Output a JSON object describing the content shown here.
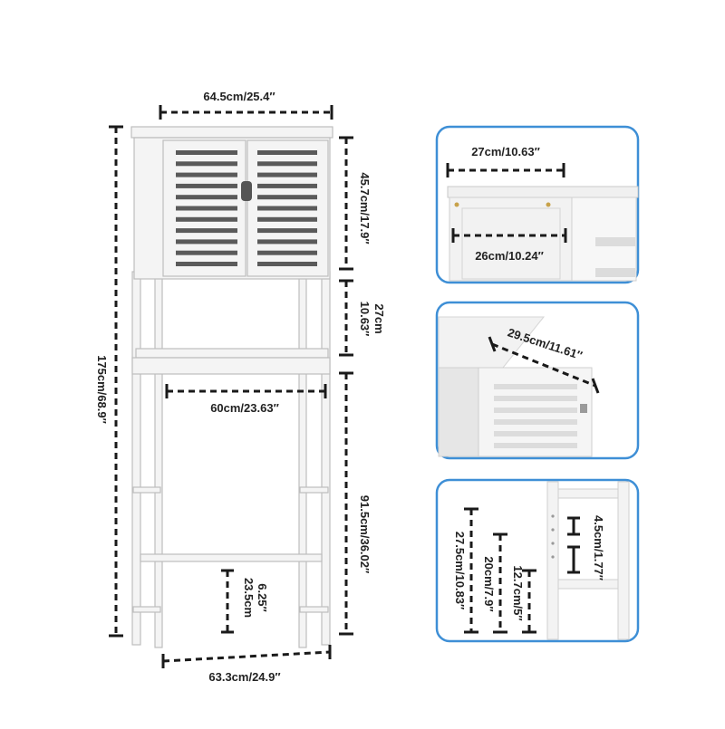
{
  "main_view": {
    "top_width": "64.5cm/25.4″",
    "total_height": "175cm/68.9″",
    "cabinet_height": "45.7cm/17.9″",
    "open_shelf_height_a": "10.63″",
    "open_shelf_height_b": "27cm",
    "shelf_width": "60cm/23.63″",
    "lower_height": "91.5cm/36.02″",
    "bar_height_a": "6.25″",
    "bar_height_b": "23.5cm",
    "base_width": "63.3cm/24.9″"
  },
  "detail_top": {
    "top_depth": "27cm/10.63″",
    "cabinet_depth": "26cm/10.24″"
  },
  "detail_middle": {
    "shelf_depth": "29.5cm/11.61″"
  },
  "detail_bottom": {
    "adj_range": "27.5cm/10.83″",
    "adj_mid": "20cm/7.9″",
    "adj_low": "12.7cm/5″",
    "hole_spacing": "4.5cm/1.77″"
  },
  "colors": {
    "panel_border": "#3e8fd6",
    "furniture": "#f4f4f4",
    "dimension_line": "#1a1a1a"
  }
}
